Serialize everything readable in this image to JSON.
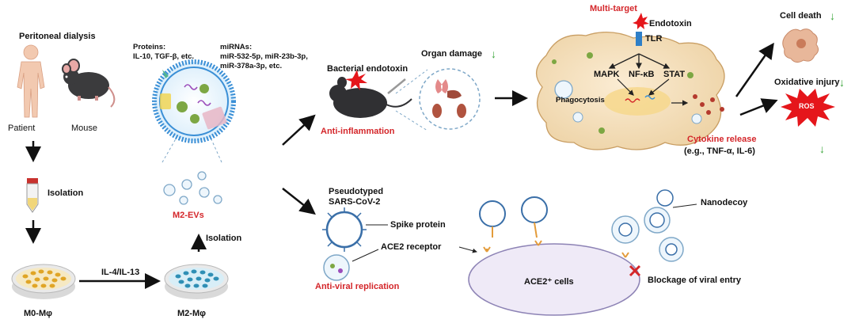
{
  "labels": {
    "peritoneal_dialysis": "Peritoneal dialysis",
    "patient": "Patient",
    "mouse": "Mouse",
    "isolation_left": "Isolation",
    "m0": "M0-Mφ",
    "il4_il13": "IL-4/IL-13",
    "m2": "M2-Mφ",
    "isolation_up": "Isolation",
    "m2_evs": "M2-EVs",
    "proteins_title": "Proteins:",
    "proteins_list": "IL-10, TGF-β, etc.",
    "mirnas_title": "miRNAs:",
    "mirnas_line1": "miR-532-5p, miR-23b-3p,",
    "mirnas_line2": "miR-378a-3p, etc.",
    "bacterial_endotoxin": "Bacterial endotoxin",
    "organ_damage": "Organ damage",
    "anti_inflammation": "Anti-inflammation",
    "multi_target": "Multi-target",
    "endotoxin": "Endotoxin",
    "tlr": "TLR",
    "mapk": "MAPK",
    "nfkb": "NF-κB",
    "stat": "STAT",
    "phagocytosis": "Phagocytosis",
    "cytokine_release": "Cytokine release",
    "cytokine_examples": "(e.g., TNF-α, IL-6)",
    "cell_death": "Cell death",
    "oxidative_injury": "Oxidative injury",
    "ros": "ROS",
    "pseudotyped": "Pseudotyped",
    "sars": "SARS-CoV-2",
    "spike_protein": "Spike protein",
    "ace2_receptor": "ACE2 receptor",
    "anti_viral": "Anti-viral replication",
    "ace2_cells": "ACE2⁺ cells",
    "nanodecoy": "Nanodecoy",
    "blockage": "Blockage of viral entry",
    "down_arrow": "↓"
  },
  "colors": {
    "red_label": "#d4262a",
    "green_arrow": "#3aa53a",
    "cell_fill": "#f3dfbf",
    "ace2_cell_fill": "#efeaf7",
    "ev_membrane": "#3a8fd6",
    "ros_burst": "#e5161b"
  }
}
